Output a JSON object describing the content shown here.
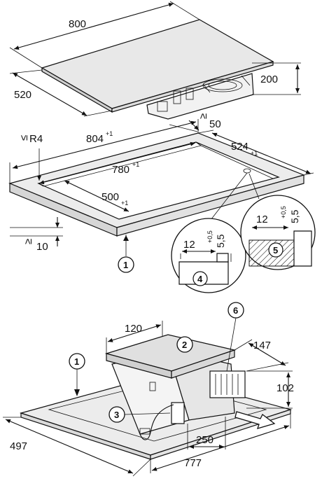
{
  "diagram": {
    "top": {
      "hob": {
        "width": "800",
        "depth": "520",
        "height": "200"
      },
      "cutout": {
        "outer_width": "804",
        "outer_width_tol": "+1",
        "inner_width": "780",
        "inner_width_tol": "+1",
        "inner_depth": "500",
        "inner_depth_tol": "+1",
        "outer_depth": "524",
        "outer_depth_tol": "+1",
        "radius": "R4",
        "radius_prefix": "≤",
        "min_front": "50",
        "min_front_prefix": "≥",
        "min_thickness": "10",
        "min_thickness_prefix": "≥"
      },
      "callout_1": "1",
      "detail_4": {
        "label": "4",
        "width": "12",
        "tol": "+0,5",
        "depth": "5,5"
      },
      "detail_5": {
        "label": "5",
        "width": "12",
        "tol": "+0,5",
        "depth": "5,5"
      }
    },
    "bottom": {
      "callout_1": "1",
      "callout_2": "2",
      "callout_3": "3",
      "callout_6": "6",
      "dims": {
        "top_width": "120",
        "side_depth": "147",
        "height": "102",
        "offset": "250",
        "total_width": "777",
        "total_depth": "497"
      }
    }
  }
}
